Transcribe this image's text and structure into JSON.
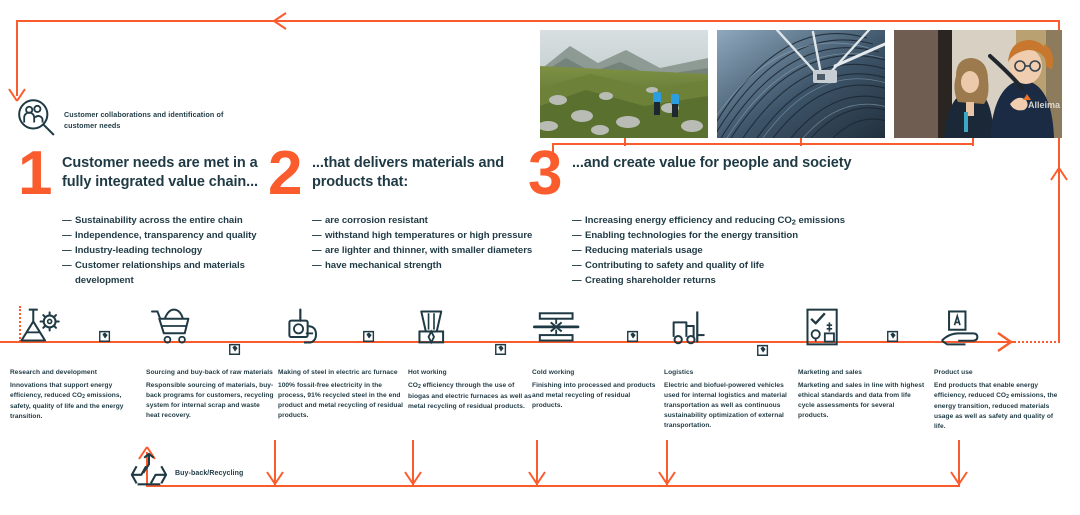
{
  "colors": {
    "accent": "#fa5c2d",
    "ink": "#1f3a44"
  },
  "customer_node": {
    "icon": "customer-magnifier-icon",
    "label": "Customer collaborations and identification of customer needs"
  },
  "sections": [
    {
      "number": "1",
      "title": "Customer needs are met in a fully integrated value chain...",
      "bullets": [
        "Sustainability across the entire chain",
        "Independence, transparency and quality",
        "Industry-leading technology",
        "Customer relationships and materials development"
      ]
    },
    {
      "number": "2",
      "title": "...that delivers materials and products that:",
      "bullets": [
        "are corrosion resistant",
        "withstand high temperatures or high pressure",
        "are lighter and thinner, with smaller diameters",
        "have mechanical strength"
      ]
    },
    {
      "number": "3",
      "title": "...and create value for people and society",
      "bullets": [
        "Increasing energy efficiency and reducing CO2 emissions",
        "Enabling technologies for the energy transition",
        "Reducing materials usage",
        "Contributing to safety and quality of life",
        "Creating shareholder returns"
      ]
    }
  ],
  "photos": [
    {
      "name": "photo-hikers-mountain-landscape",
      "alt": "Two hikers with blue backpacks walking on a rocky green mountain slope"
    },
    {
      "name": "photo-solar-thermal-collectors",
      "alt": "Rows of curved parabolic solar thermal collectors"
    },
    {
      "name": "photo-two-people-talking",
      "alt": "Two colleagues talking, one wearing a branded hoodie"
    }
  ],
  "process_steps": [
    {
      "icon": "flask-gear-icon",
      "title": "Research and development",
      "body": "Innovations that support energy efficiency, reduced CO2 emissions, safety, quality of life and the energy transition."
    },
    {
      "icon": "shopping-cart-icon",
      "title": "Sourcing and buy-back of raw materials",
      "body": "Responsible sourcing of materials, buy-back programs for customers, recycling system for internal scrap and waste heat recovery."
    },
    {
      "icon": "furnace-icon",
      "title": "Making of steel in electric arc furnace",
      "body": "100% fossil-free electricity in the process, 91% recycled steel in the end product and metal recycling of residual products."
    },
    {
      "icon": "hot-working-press-icon",
      "title": "Hot working",
      "body": "CO2 efficiency through the use of biogas and electric furnaces as well as metal recycling of residual products."
    },
    {
      "icon": "rolling-mill-icon",
      "title": "Cold working",
      "body": "Finishing into processed and products and metal recycling of residual products."
    },
    {
      "icon": "forklift-icon",
      "title": "Logistics",
      "body": "Electric and biofuel-powered vehicles used for internal logistics and material transportation as well as continuous sustainability optimization of external transportation."
    },
    {
      "icon": "document-checklist-icon",
      "title": "Marketing and sales",
      "body": "Marketing and sales in line with highest ethical standards and data from life cycle assessments for several products."
    },
    {
      "icon": "hand-product-icon",
      "title": "Product use",
      "body": "End products that enable energy efficiency, reduced CO2 emissions, the energy transition, reduced materials usage as well as safety and quality of life."
    }
  ],
  "buyback": {
    "icon": "recycling-triangle-icon",
    "label": "Buy-back/Recycling"
  }
}
